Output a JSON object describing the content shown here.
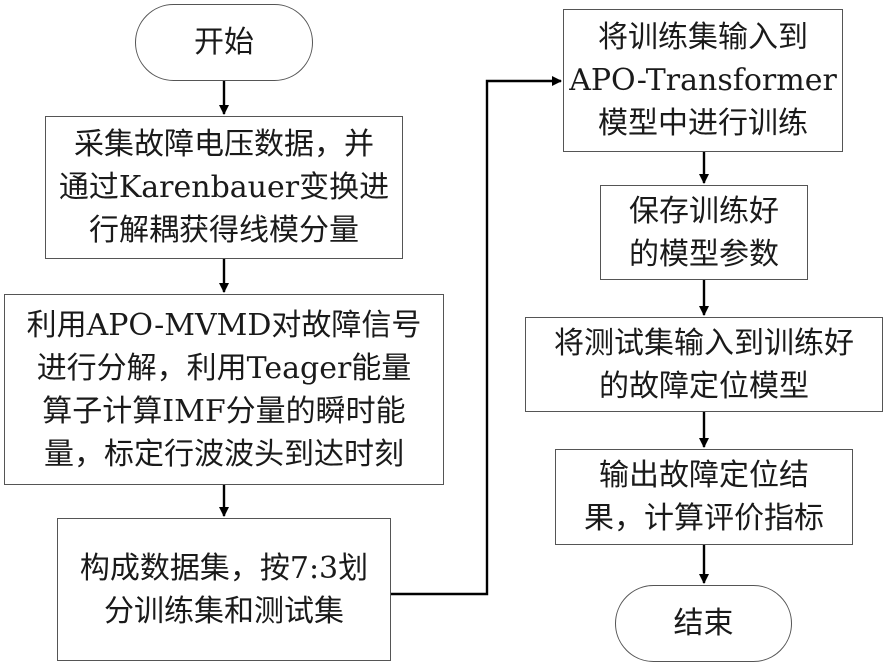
{
  "flowchart": {
    "start": "开始",
    "end": "结束",
    "left_column": [
      {
        "id": "collect",
        "lines": [
          "采集故障电压数据，并",
          "通过Karenbauer变换进",
          "行解耦获得线模分量"
        ]
      },
      {
        "id": "decompose",
        "lines": [
          "利用APO-MVMD对故障信号",
          "进行分解，利用Teager能量",
          "算子计算IMF分量的瞬时能",
          "量，标定行波波头到达时刻"
        ]
      },
      {
        "id": "dataset",
        "lines": [
          "构成数据集，按7:3划",
          "分训练集和测试集"
        ]
      }
    ],
    "right_column": [
      {
        "id": "train",
        "lines": [
          "将训练集输入到",
          "APO-Transformer",
          "模型中进行训练"
        ]
      },
      {
        "id": "save",
        "lines": [
          "保存训练好",
          "的模型参数"
        ]
      },
      {
        "id": "test",
        "lines": [
          "将测试集输入到训练好",
          "的故障定位模型"
        ]
      },
      {
        "id": "output",
        "lines": [
          "输出故障定位结",
          "果，计算评价指标"
        ]
      }
    ]
  }
}
